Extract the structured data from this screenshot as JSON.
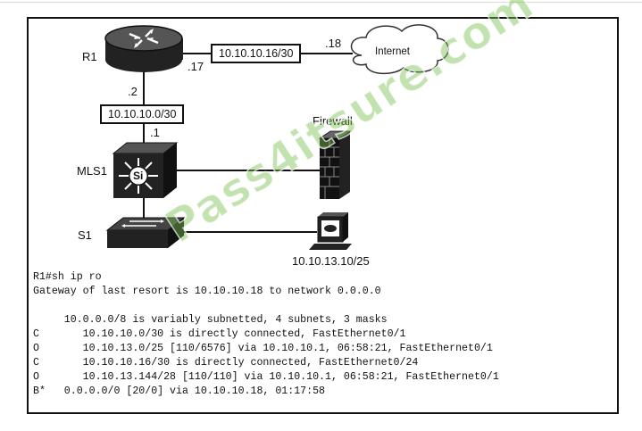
{
  "devices": {
    "r1": "R1",
    "mls1": "MLS1",
    "s1": "S1",
    "firewall": "Firewall",
    "internet": "Internet",
    "switch_badge": "Si"
  },
  "links": {
    "r1_internet_subnet": "10.10.10.16/30",
    "r1_internet_r1_host": ".17",
    "r1_internet_internet_host": ".18",
    "r1_mls1_subnet": "10.10.10.0/30",
    "r1_mls1_r1_host": ".2",
    "r1_mls1_mls1_host": ".1",
    "host_address": "10.10.13.10/25"
  },
  "cli": {
    "lines": [
      "R1#sh ip ro",
      "Gateway of last resort is 10.10.10.18 to network 0.0.0.0",
      "",
      "     10.0.0.0/8 is variably subnetted, 4 subnets, 3 masks",
      "C       10.10.10.0/30 is directly connected, FastEthernet0/1",
      "O       10.10.13.0/25 [110/6576] via 10.10.10.1, 06:58:21, FastEthernet0/1",
      "C       10.10.10.16/30 is directly connected, FastEthernet0/24",
      "O       10.10.13.144/28 [110/110] via 10.10.10.1, 06:58:21, FastEthernet0/1",
      "B*   0.0.0.0/0 [20/0] via 10.10.10.18, 01:17:58"
    ]
  },
  "watermark": "Pass4itsure.com"
}
